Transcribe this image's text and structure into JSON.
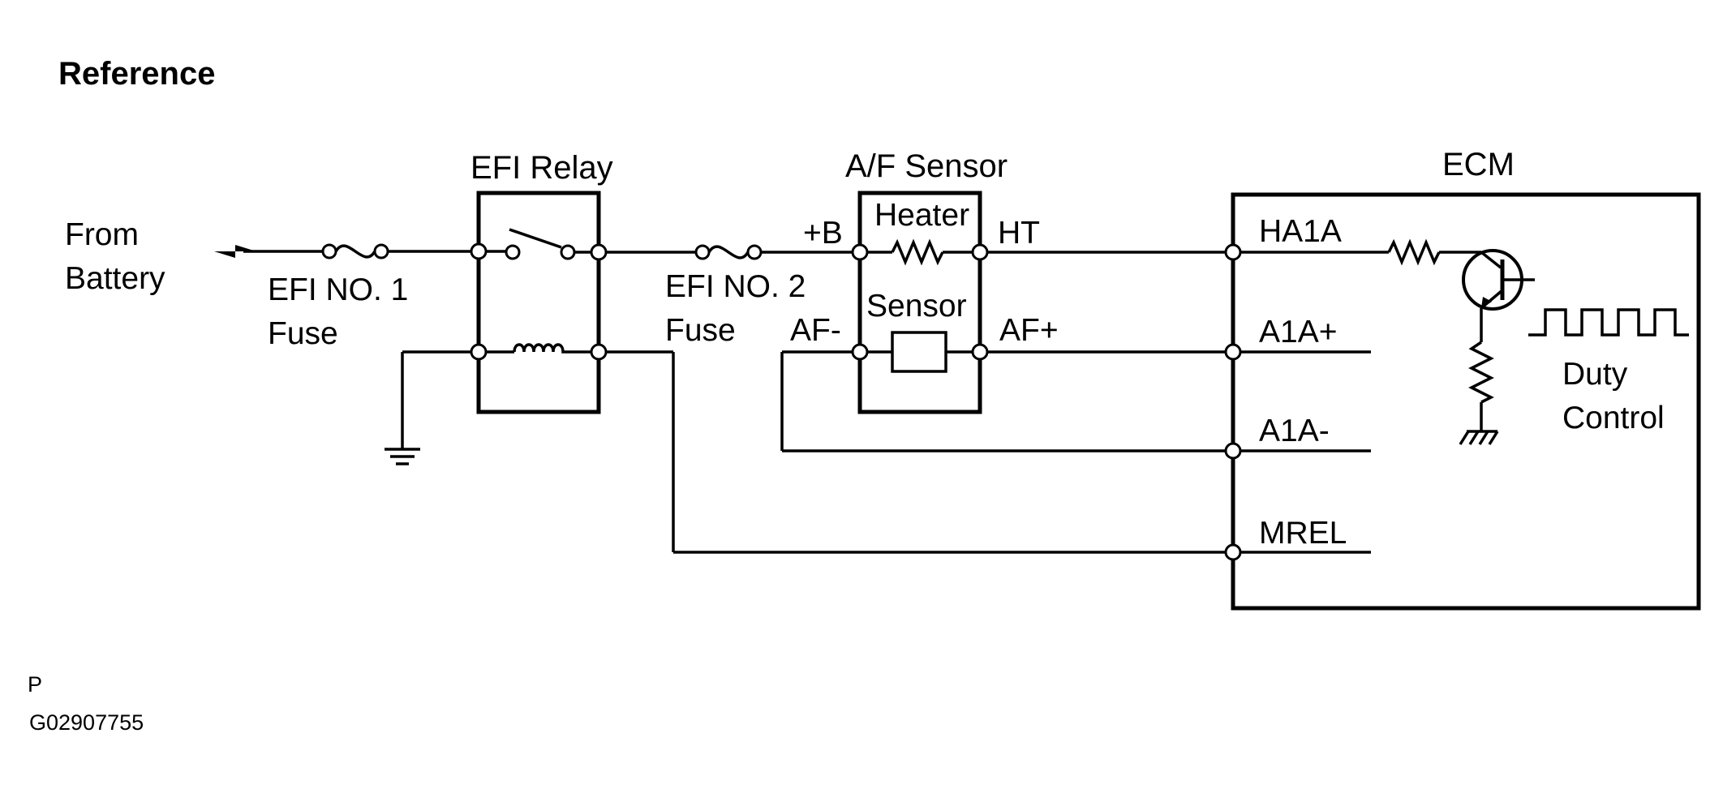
{
  "reference_label": "Reference",
  "battery": {
    "line1": "From",
    "line2": "Battery"
  },
  "efi_no1_fuse": {
    "line1": "EFI NO. 1",
    "line2": "Fuse"
  },
  "efi_relay": {
    "title": "EFI Relay"
  },
  "efi_no2_fuse": {
    "line1": "EFI NO. 2",
    "line2": "Fuse"
  },
  "af_sensor": {
    "title": "A/F Sensor",
    "heater_label": "Heater",
    "sensor_label": "Sensor",
    "plus_b": "+B",
    "ht": "HT",
    "af_minus": "AF-",
    "af_plus": "AF+"
  },
  "ecm": {
    "title": "ECM",
    "terminals": [
      "HA1A",
      "A1A+",
      "A1A-",
      "MREL"
    ],
    "duty_line1": "Duty",
    "duty_line2": "Control"
  },
  "footer": {
    "page_mark": "P",
    "figure_id": "G02907755"
  }
}
